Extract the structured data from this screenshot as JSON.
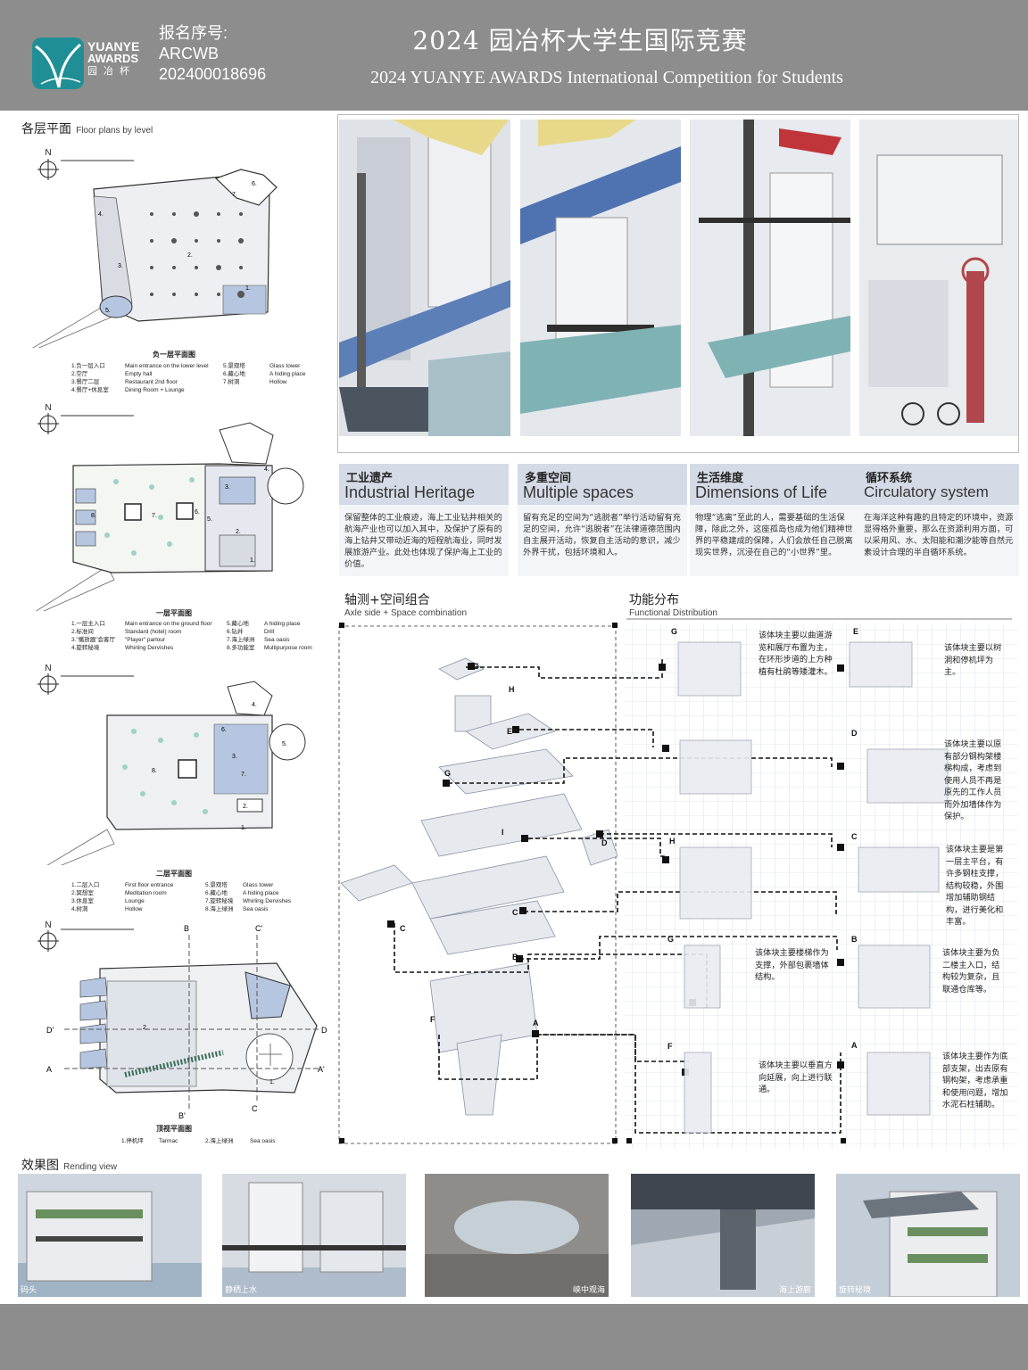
{
  "header": {
    "logo": {
      "line1": "YUANYE",
      "line2": "AWARDS",
      "line3": "园冶杯"
    },
    "registration_label": "报名序号:",
    "registration_code": "ARCWB",
    "registration_number": "202400018696",
    "title_cn": "2024 园冶杯大学生国际竞赛",
    "title_en": "2024 YUANYE AWARDS International Competition for  Students"
  },
  "floor_plans": {
    "title_cn": "各层平面",
    "title_en": "Floor plans by level",
    "north_label": "N",
    "plans": [
      {
        "caption": "负一层平面图",
        "numbers": [
          "1.",
          "2.",
          "3.",
          "4.",
          "5.",
          "6.",
          "7."
        ],
        "legend": [
          {
            "cn": "1.负一层入口",
            "en": "Main entrance on the lower level"
          },
          {
            "cn": "2.空厅",
            "en": "Empty hall"
          },
          {
            "cn": "3.餐厅二层",
            "en": "Restaurant 2nd floor"
          },
          {
            "cn": "4.餐厅+休息室",
            "en": "Dining Room + Lounge"
          },
          {
            "cn": "5.景观塔",
            "en": "Glass tower"
          },
          {
            "cn": "6.藏心地",
            "en": "A hiding place"
          },
          {
            "cn": "7.树洞",
            "en": "Hollow"
          }
        ]
      },
      {
        "caption": "一层平面图",
        "numbers": [
          "1.",
          "2.",
          "3.",
          "4.",
          "5.",
          "6.",
          "7.",
          "8."
        ],
        "legend": [
          {
            "cn": "1.一层主入口",
            "en": "Main entrance on the ground floor"
          },
          {
            "cn": "2.标准间",
            "en": "Standard (hotel) room"
          },
          {
            "cn": "3.\"播放器\"会客厅",
            "en": "\"Player\" parlour"
          },
          {
            "cn": "4.旋转秘境",
            "en": "Whirling Dervishes"
          },
          {
            "cn": "5.藏心地",
            "en": "A hiding place"
          },
          {
            "cn": "6.钻井",
            "en": "Drill"
          },
          {
            "cn": "7.海上绿洲",
            "en": "Sea oasis"
          },
          {
            "cn": "8.多功能室",
            "en": "Multipurpose room"
          }
        ]
      },
      {
        "caption": "二层平面图",
        "numbers": [
          "1.",
          "2.",
          "3.",
          "4.",
          "5.",
          "6.",
          "7.",
          "8."
        ],
        "legend": [
          {
            "cn": "1.二层入口",
            "en": "First floor entrance"
          },
          {
            "cn": "2.冥想室",
            "en": "Meditation room"
          },
          {
            "cn": "3.休息室",
            "en": "Lounge"
          },
          {
            "cn": "4.树洞",
            "en": "Hollow"
          },
          {
            "cn": "5.景观塔",
            "en": "Glass tower"
          },
          {
            "cn": "6.藏心地",
            "en": "A hiding place"
          },
          {
            "cn": "7.旋转秘境",
            "en": "Whirling Dervishes"
          },
          {
            "cn": "8.海上绿洲",
            "en": "Sea oasis"
          }
        ]
      },
      {
        "caption": "顶视平面图",
        "numbers": [
          "1.",
          "2."
        ],
        "section_marks": [
          "B",
          "C'",
          "D'",
          "D",
          "A",
          "A'",
          "B'",
          "C"
        ],
        "legend": [
          {
            "cn": "1.停机坪",
            "en": "Tarmac"
          },
          {
            "cn": "2.海上绿洲",
            "en": "Sea oasis"
          }
        ]
      }
    ]
  },
  "themes": [
    {
      "cn": "工业遗产",
      "en": "Industrial Heritage",
      "body": "保留整体的工业痕迹，海上工业钻井相关的航海产业也可以加入其中，及保护了原有的海上钻井又带动近海的短程航海业，同时发展旅游产业。此处也体现了保护海上工业的价值。"
    },
    {
      "cn": "多重空间",
      "en": "Multiple spaces",
      "body": "留有充足的空间为“逃脱者”举行活动留有充足的空间，允许“逃脱者”在法律道德范围内自主展开活动，恢复自主活动的意识，减少外界干扰，包括环境和人。"
    },
    {
      "cn": "生活维度",
      "en": "Dimensions of Life",
      "body": "物理“逃离”至此的人，需要基础的生活保障，除此之外，这座孤岛也成为他们精神世界的平稳建成的保障，人们会放任自己脱离现实世界，沉浸在自己的“小世界”里。"
    },
    {
      "cn": "循环系统",
      "en": "Circulatory system",
      "body": "在海洋这种有趣的且特定的环境中，资源显得格外重要，那么在资源利用方面，可以采用风、水、太阳能和潮汐能等自然元素设计合理的半自循环系统。"
    }
  ],
  "axonometric": {
    "title_cn": "轴测+空间组合",
    "title_en": "Axle side + Space combination",
    "labels": [
      "G",
      "H",
      "E",
      "G",
      "D",
      "I",
      "C",
      "C",
      "B",
      "F",
      "A"
    ]
  },
  "functional": {
    "title_cn": "功能分布",
    "title_en": "Functional Distribution",
    "blocks": [
      {
        "letter": "G",
        "note": "该体块主要以曲道游览和展厅布置为主，在环形步道的上方种植有杜鹃等矮灌木。"
      },
      {
        "letter": "E",
        "note": "该体块主要以树洞和停机坪为主。"
      },
      {
        "letter": "D",
        "note": "该体块主要以原有部分钢构架楼梯构成，考虑到使用人员不再是原先的工作人员而外加墙体作为保护。"
      },
      {
        "letter": "H",
        "note": ""
      },
      {
        "letter": "C",
        "note": "该体块主要是第一层主平台，有许多钢柱支撑，结构较稳，外围增加辅助钢结构，进行美化和丰富。"
      },
      {
        "letter": "G",
        "note": "该体块主要楼梯作为支撑，外部包裹墙体结构。"
      },
      {
        "letter": "B",
        "note": "该体块主要为负二楼主入口，结构较为复杂，且联通仓库等。"
      },
      {
        "letter": "F",
        "note": "该体块主要以垂直方向延展，向上进行联通。"
      },
      {
        "letter": "A",
        "note": "该体块主要作为底部支架，出去原有钢构架，考虑承重和使用问题，增加水泥石柱辅助。"
      }
    ]
  },
  "renders": {
    "title_cn": "效果图",
    "title_en": "Rending view",
    "items": [
      {
        "caption": "码头"
      },
      {
        "caption": "静栖上水"
      },
      {
        "caption": "峡中观海"
      },
      {
        "caption": "海上游廊"
      },
      {
        "caption": "旋转秘境"
      }
    ]
  },
  "colors": {
    "header_gray": "#8d8d8d",
    "logo_teal": "#1f8f95",
    "theme_header": "#d4dbe6",
    "plan_blue": "#b7c6e0"
  }
}
